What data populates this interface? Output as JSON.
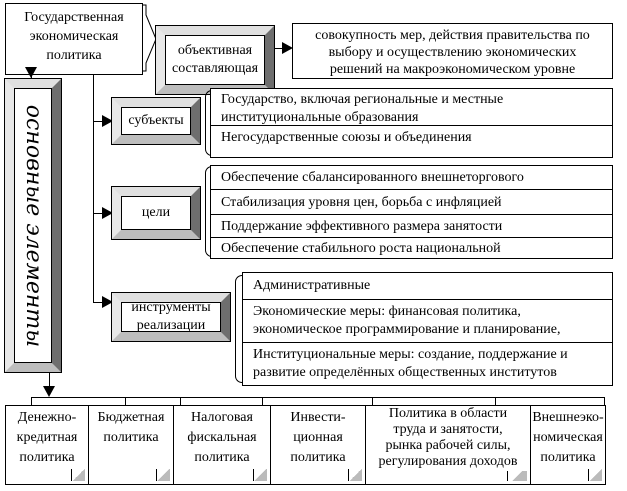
{
  "root": {
    "title": "Государственная экономическая политика",
    "lines": [
      "Государственная",
      "экономическая",
      "политика"
    ]
  },
  "objective": {
    "label_lines": [
      "объективная",
      "составляющая"
    ],
    "desc_lines": [
      "совокупность мер, действия правительства по",
      "выбору и осуществлению экономических",
      "решений на макроэкономическом уровне"
    ]
  },
  "elements": {
    "label": "основные элементы"
  },
  "subjects": {
    "label": "субъекты",
    "items": [
      "Государство, включая региональные и местные институциональные образования",
      "Негосударственные союзы и объединения"
    ],
    "item0_lines": [
      "Государство, включая региональные и местные",
      "институциональные образования"
    ]
  },
  "goals": {
    "label": "цели",
    "items": [
      "Обеспечение сбалансированного внешнеторгового",
      "Стабилизация уровня цен, борьба с инфляцией",
      "Поддержание эффективного размера занятости",
      "Обеспечение стабильного роста национальной"
    ]
  },
  "tools": {
    "label_lines": [
      "инструменты",
      "реализации"
    ],
    "items": [
      [
        "Административные"
      ],
      [
        "Экономические меры: финансовая политика,",
        "экономическое программирование и планирование,"
      ],
      [
        "Институциональные меры: создание, поддержание и",
        "развитие определённых общественных институтов"
      ]
    ]
  },
  "policies": [
    [
      "Денежно-",
      "кредитная",
      "политика"
    ],
    [
      "Бюджетная",
      "политика"
    ],
    [
      "Налоговая",
      "фискальная",
      "политика"
    ],
    [
      "Инвести-",
      "ционная",
      "политика"
    ],
    [
      "Политика в области",
      "труда и занятости,",
      "рынка рабочей силы,",
      "регулирования доходов"
    ],
    [
      "Внешнеэко-",
      "номическая",
      "политика"
    ]
  ]
}
